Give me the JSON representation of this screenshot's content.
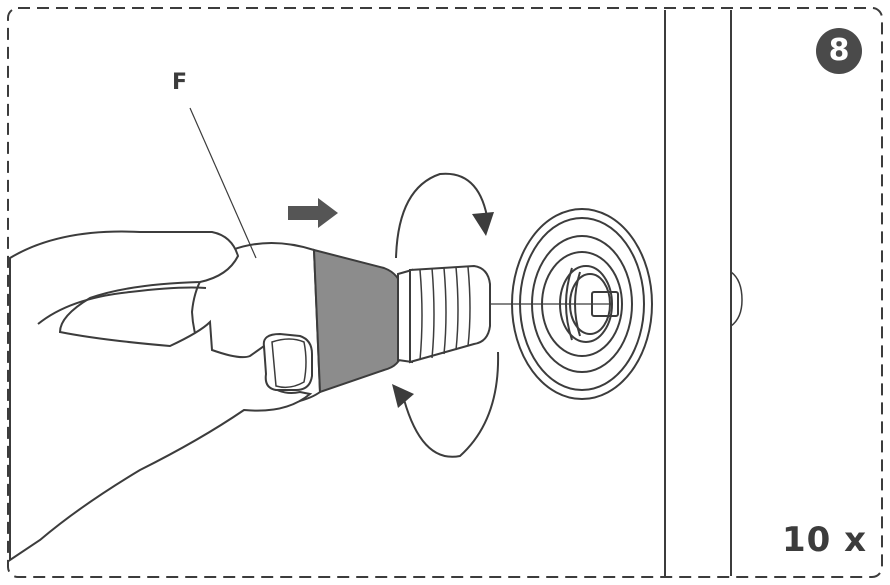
{
  "step_number": "8",
  "part_label": "F",
  "quantity": "10 x",
  "colors": {
    "line": "#3c3c3c",
    "bulb_base": "#8c8c8c",
    "arrow": "#555555",
    "badge": "#4a4a4a"
  },
  "icons": {
    "push_arrow": "arrow-right-icon",
    "rotate_arrows": "rotate-clockwise-icon"
  }
}
